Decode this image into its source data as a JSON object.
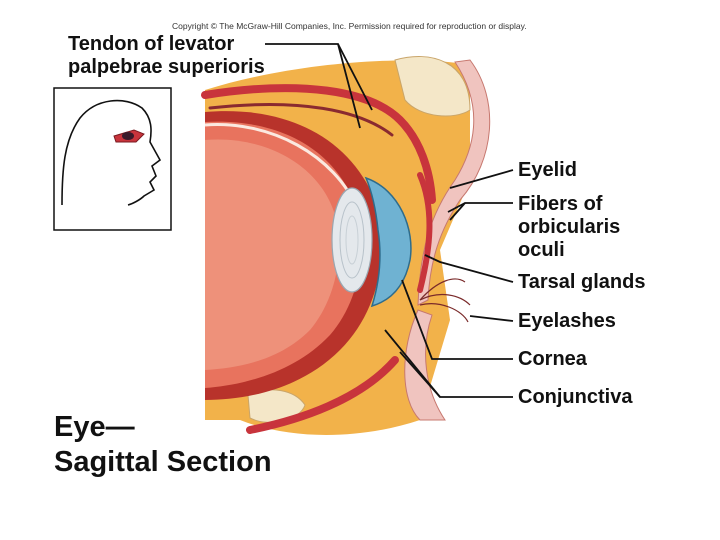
{
  "copyright": "Copyright © The McGraw-Hill Companies, Inc. Permission required for reproduction or display.",
  "labels": {
    "tendon_line1": "Tendon of levator",
    "tendon_line2": "palpebrae superioris",
    "eyelid": "Eyelid",
    "fibers_line1": "Fibers of",
    "fibers_line2": "orbicularis",
    "fibers_line3": "oculi",
    "tarsal": "Tarsal glands",
    "eyelashes": "Eyelashes",
    "cornea": "Cornea",
    "conjunctiva": "Conjunctiva"
  },
  "title": {
    "line1": "Eye—",
    "line2": "Sagittal Section"
  },
  "colors": {
    "muscle_red": "#c8343c",
    "fat_yellow": "#f2b24a",
    "retina_red": "#b8332b",
    "cornea_blue": "#6fb2d2",
    "lens_grey": "#e4e8ec",
    "skin_pink": "#f0c4bf"
  }
}
